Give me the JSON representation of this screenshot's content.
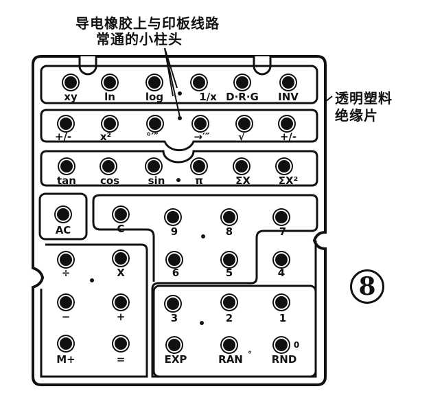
{
  "callout_top": [
    "导电橡胶上与印板线路",
    "常通的小柱头"
  ],
  "callout_side": [
    "透明塑料",
    "绝缘片"
  ],
  "figure_number": "8",
  "keys": {
    "row1": [
      "xy",
      "ln",
      "log",
      "1/x",
      "D·R·G",
      "INV"
    ],
    "row2": [
      "+/-",
      "x²",
      "°′″",
      "→′″",
      "√",
      "+/-"
    ],
    "row3": [
      "tan",
      "cos",
      "sin",
      "π",
      "ΣX",
      "ΣX²"
    ],
    "ac": "AC",
    "mid": [
      "C",
      "9",
      "8",
      "7"
    ],
    "left": [
      "÷",
      "X",
      "−",
      "+",
      "M+",
      "="
    ],
    "right": [
      "6",
      "5",
      "4",
      "3",
      "2",
      "1",
      "EXP",
      "RAN",
      "RND"
    ],
    "extra_marks": [
      "°",
      "0"
    ]
  }
}
